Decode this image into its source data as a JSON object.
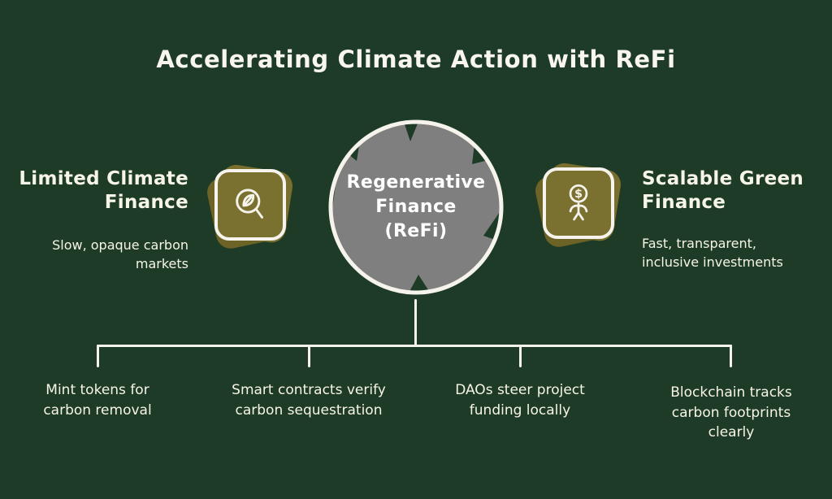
{
  "title": "Accelerating Climate Action with ReFi",
  "left": {
    "heading": "Limited Climate\nFinance",
    "body": "Slow, opaque carbon\nmarkets",
    "icon": "leaf-magnifier-icon"
  },
  "right": {
    "heading": "Scalable Green\nFinance",
    "body": "Fast, transparent,\ninclusive investments",
    "icon": "person-dollar-icon"
  },
  "center": {
    "label": "Regenerative\nFinance\n(ReFi)"
  },
  "branches": [
    {
      "label": "Mint tokens for\ncarbon removal"
    },
    {
      "label": "Smart contracts verify\ncarbon sequestration"
    },
    {
      "label": "DAOs steer project\nfunding locally"
    },
    {
      "label": "Blockchain tracks\ncarbon footprints\nclearly"
    }
  ],
  "colors": {
    "background": "#1d3b26",
    "text": "#f7f4ea",
    "olive_badge": "#7a7030",
    "olive_badge_shadow": "#6d6326",
    "circle_gray": "#7f7f7f",
    "outline_white": "#f5f3ec"
  }
}
